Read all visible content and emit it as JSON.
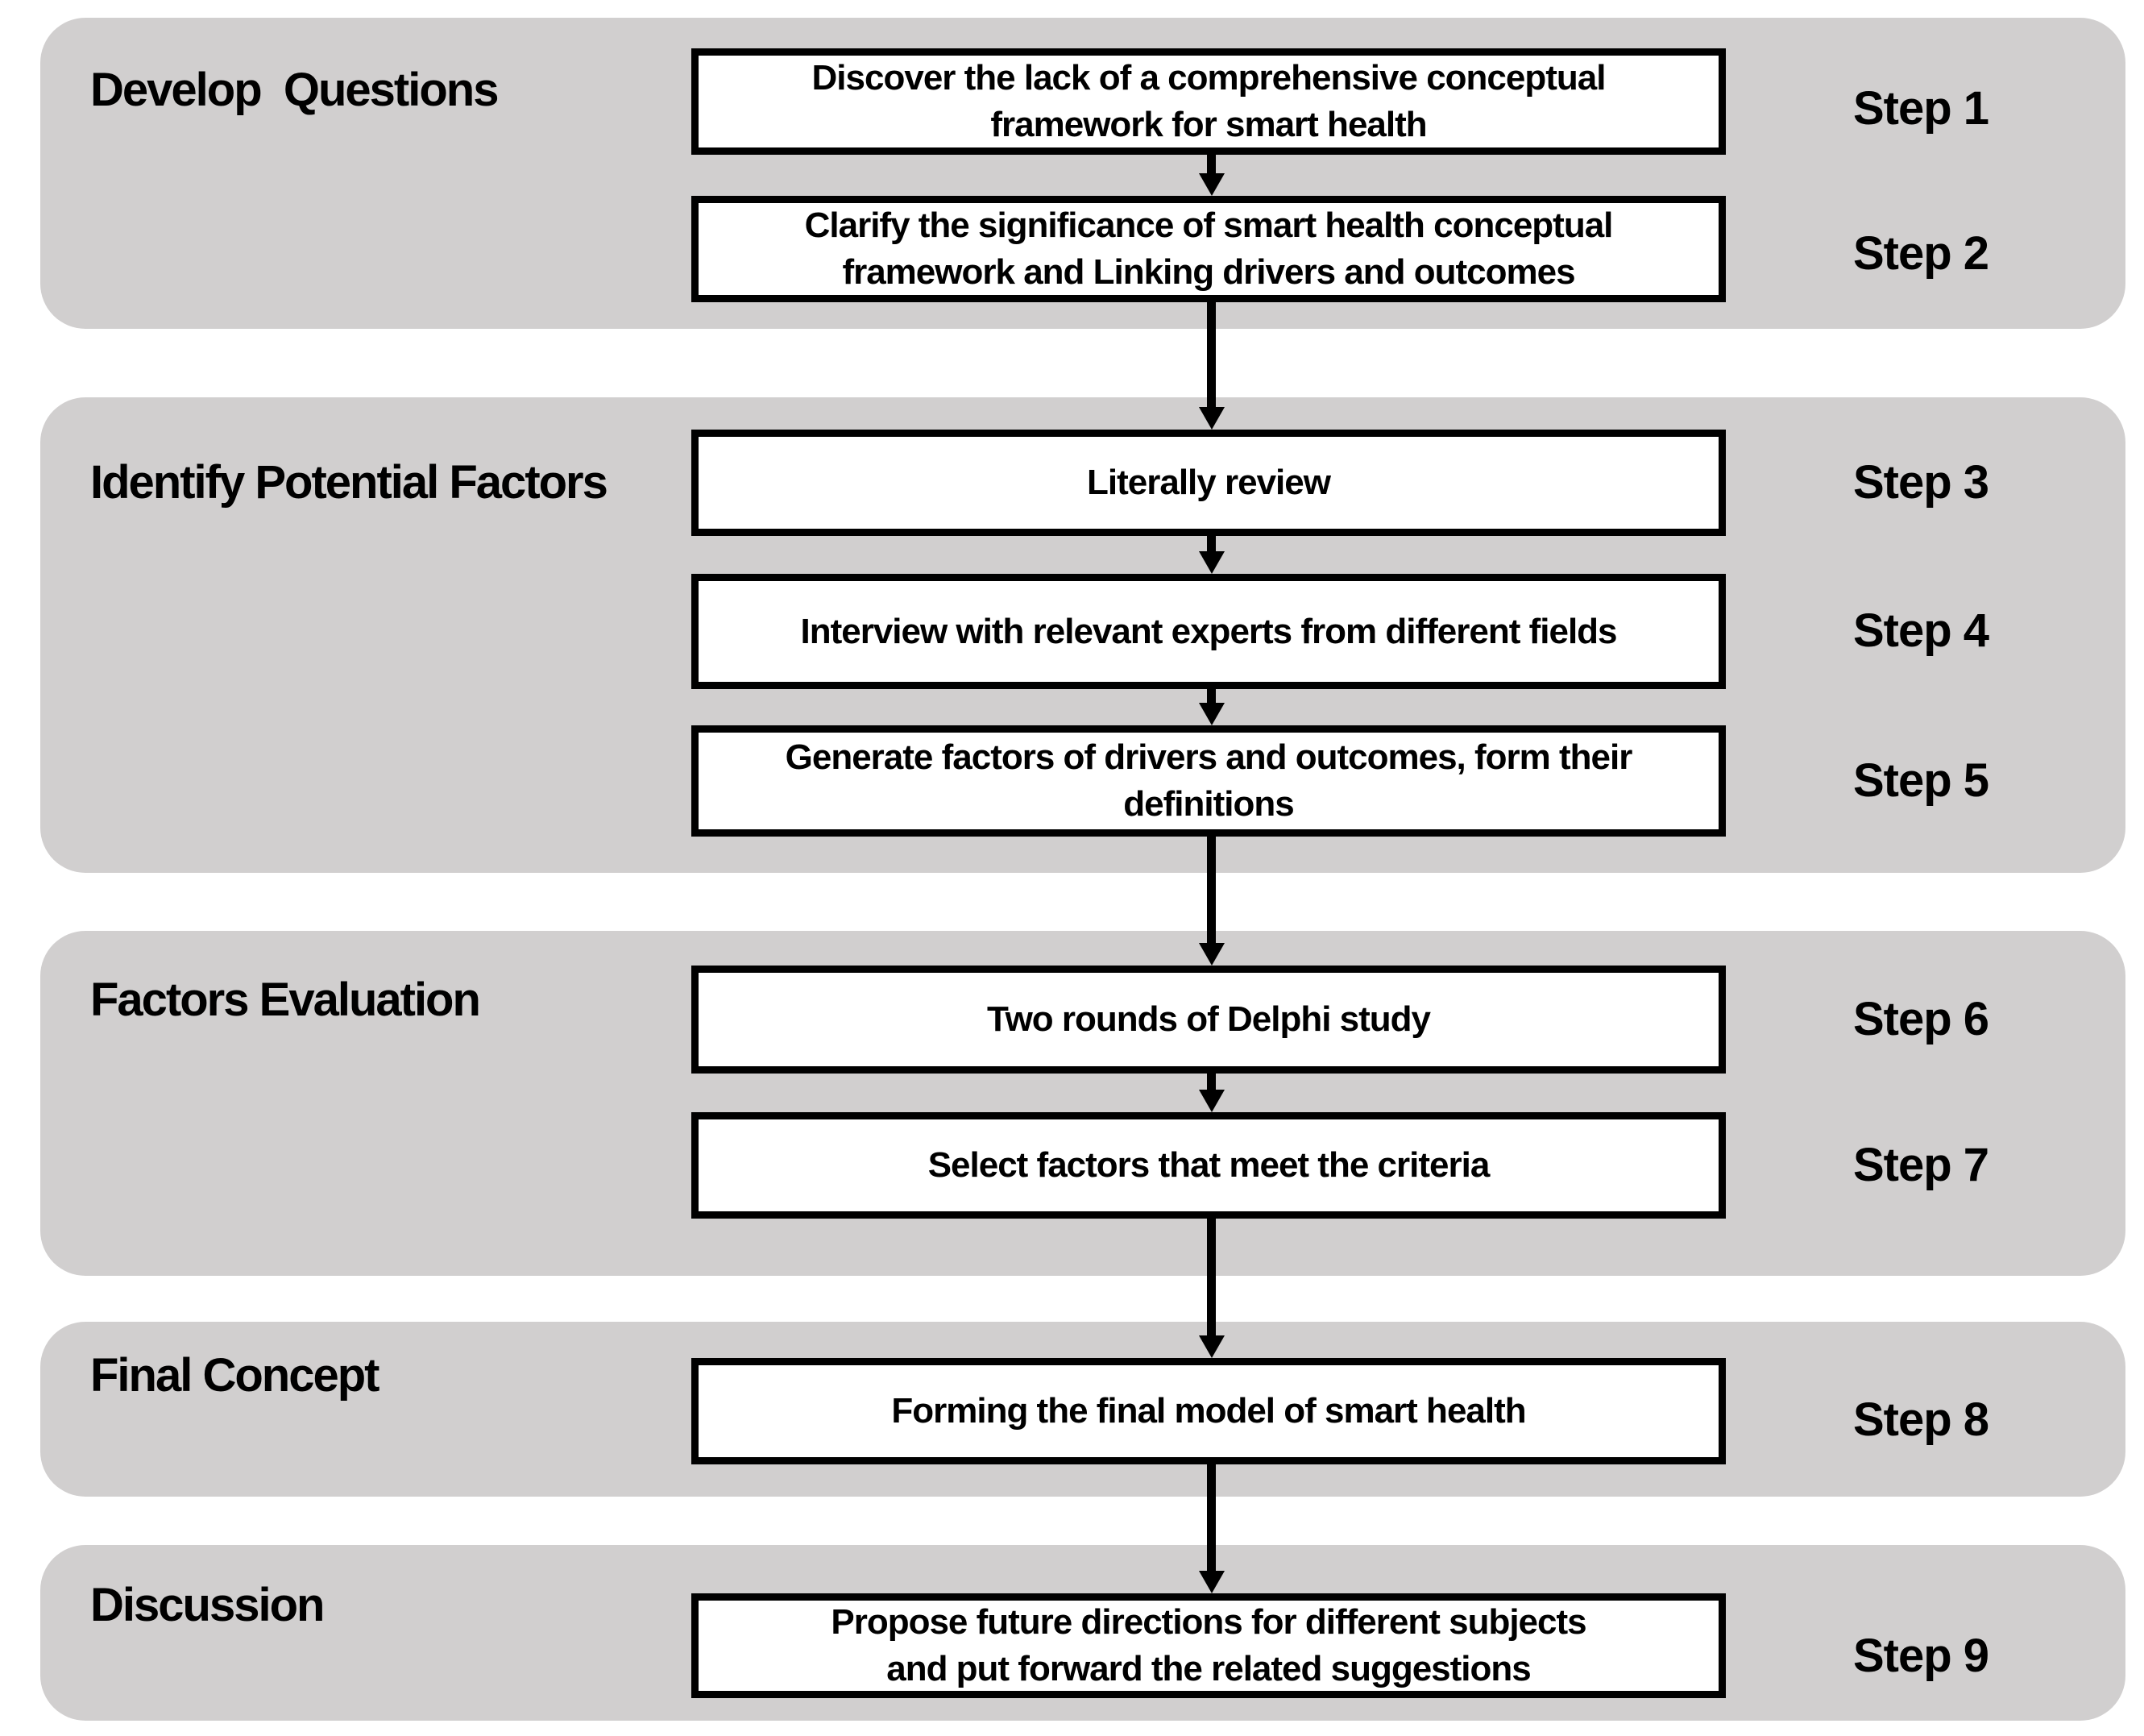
{
  "colors": {
    "phase_background": "#d1cfcf",
    "box_background": "#ffffff",
    "box_border": "#000000",
    "text": "#000000",
    "arrow": "#000000"
  },
  "phases": [
    {
      "label": "Develop  Questions",
      "steps": [
        {
          "label": "Step 1",
          "text": "Discover the lack of a comprehensive conceptual\nframework for smart health"
        },
        {
          "label": "Step 2",
          "text": "Clarify the significance of smart health conceptual\nframework and Linking drivers and outcomes"
        }
      ]
    },
    {
      "label": "Identify Potential Factors",
      "steps": [
        {
          "label": "Step 3",
          "text": "Literally review"
        },
        {
          "label": "Step 4",
          "text": "Interview with relevant experts from different fields"
        },
        {
          "label": "Step 5",
          "text": "Generate factors of drivers and outcomes, form their\ndefinitions"
        }
      ]
    },
    {
      "label": "Factors Evaluation",
      "steps": [
        {
          "label": "Step 6",
          "text": "Two rounds of Delphi study"
        },
        {
          "label": "Step 7",
          "text": "Select factors that meet the criteria"
        }
      ]
    },
    {
      "label": "Final Concept",
      "steps": [
        {
          "label": "Step 8",
          "text": "Forming the final model of smart health"
        }
      ]
    },
    {
      "label": "Discussion",
      "steps": [
        {
          "label": "Step 9",
          "text": "Propose future directions for different subjects\nand put forward the related suggestions"
        }
      ]
    }
  ]
}
